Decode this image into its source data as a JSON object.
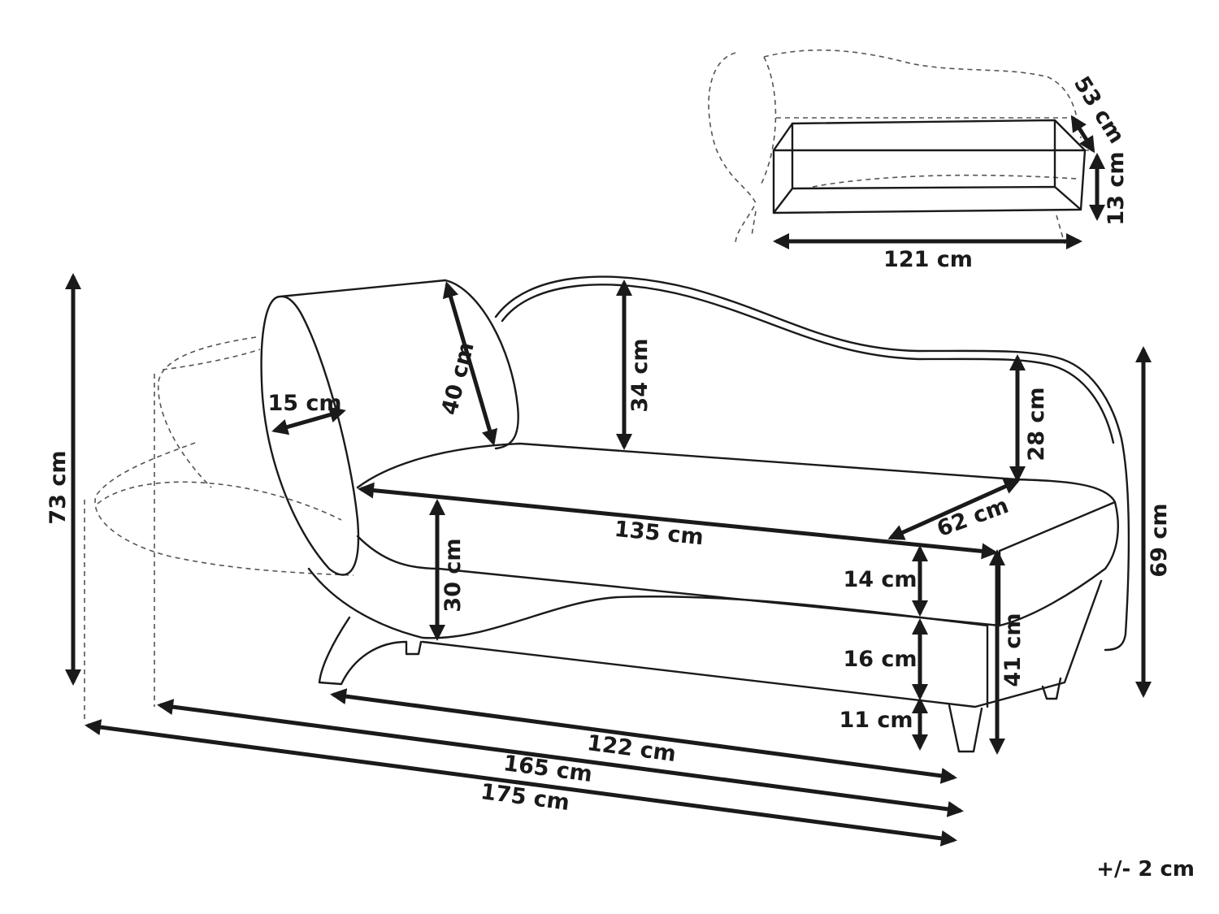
{
  "dimensions": {
    "overall_height": "73 cm",
    "pillow_height": "40 cm",
    "pillow_depth": "15 cm",
    "back_height": "34 cm",
    "right_back_height": "28 cm",
    "total_height": "69 cm",
    "seat_length": "135 cm",
    "seat_depth": "62 cm",
    "front_height": "30 cm",
    "cushion_height": "14 cm",
    "base_height": "16 cm",
    "leg_height": "11 cm",
    "seat_height": "41 cm",
    "base_length": "122 cm",
    "length_with_arm": "165 cm",
    "total_length": "175 cm",
    "storage_length": "121 cm",
    "storage_depth": "53 cm",
    "storage_height": "13 cm"
  },
  "tolerance": "+/- 2 cm",
  "colors": {
    "line": "#1a1a1a",
    "dashed": "#555555",
    "background": "#ffffff"
  }
}
